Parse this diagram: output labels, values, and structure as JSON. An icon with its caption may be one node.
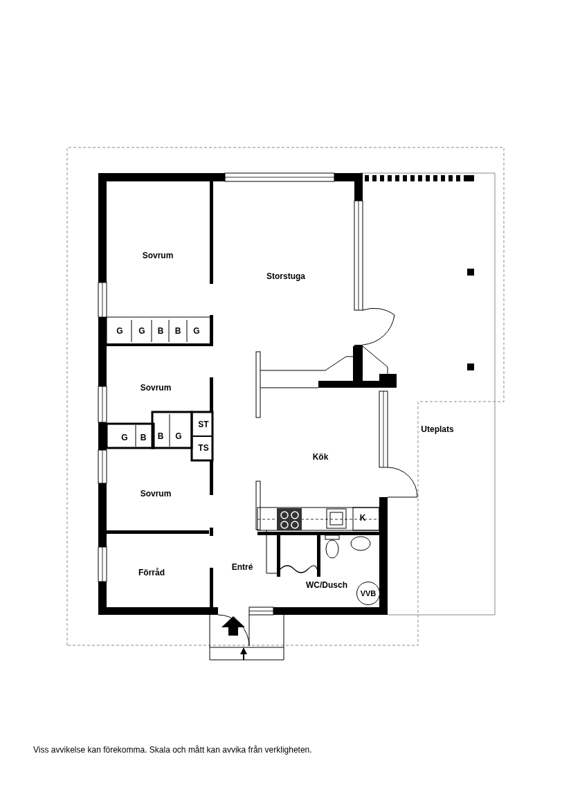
{
  "diagram": {
    "caption": "Viss avvikelse kan förekomma. Skala och mått kan avvika från verkligheten.",
    "nodes": [
      {
        "text": [
          "VVB"
        ]
      }
    ],
    "labels": [
      "Sovrum",
      "Storstuga",
      "G",
      "G",
      "B",
      "B",
      "G",
      "Sovrum",
      "ST",
      "Uteplats",
      "G",
      "B",
      "B",
      "G",
      "TS",
      "Kök",
      "Sovrum",
      "K",
      "Förråd",
      "Entré",
      "WC/Dusch"
    ]
  }
}
